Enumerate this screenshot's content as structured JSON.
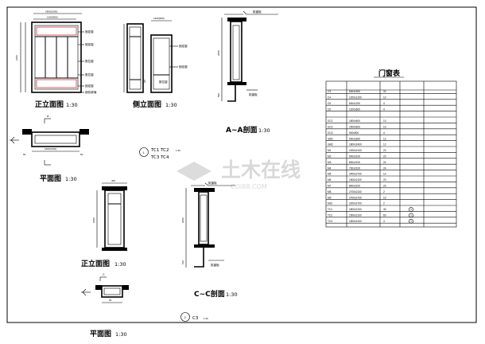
{
  "views": {
    "front_elevation_1": {
      "title": "正立面图",
      "scale": "1:30",
      "dims": [
        "1800(1500)",
        "1200(900)",
        "2100"
      ],
      "labels": [
        "固定窗",
        "固定窗",
        "推拉窗",
        "推拉窗",
        "固定窗",
        "钢化玻璃"
      ]
    },
    "side_elevation": {
      "title": "侧立面图",
      "scale": "1:30",
      "dims": [
        "1200(900)"
      ],
      "labels": [
        "固定窗",
        "固定窗",
        "推拉窗"
      ]
    },
    "section_aa": {
      "title": "A~A剖面",
      "scale": "1:30",
      "dims": [
        "2550",
        "500"
      ],
      "labels": [
        "挑窗板",
        "挑窗板"
      ]
    },
    "plan_1": {
      "title": "平面图",
      "scale": "1:30",
      "dims": [
        "1800(1500)",
        "60",
        "60"
      ]
    },
    "front_elevation_2": {
      "title": "正立面图",
      "scale": "1:30",
      "dims": [
        "400",
        "1800"
      ]
    },
    "section_cc": {
      "title": "C~C剖面",
      "scale": "1:30",
      "dims": [
        "2000",
        "510"
      ],
      "labels": [
        "挑窗板",
        "挑窗板"
      ]
    },
    "plan_2": {
      "title": "平面图",
      "scale": "1:30",
      "dims": [
        "60"
      ]
    }
  },
  "callouts": {
    "callout_1": {
      "number": "1",
      "line1": "TC1  TC2",
      "line2": "TC3  TC4",
      "scale": "1:30"
    },
    "callout_2": {
      "number": "2",
      "text": "C3",
      "scale": "1:30"
    }
  },
  "section_marks": {
    "a": "A",
    "c": "C"
  },
  "schedule": {
    "title": "门窗表",
    "rows": [
      [
        "C3",
        "600x1500",
        "32",
        ""
      ],
      [
        "C4",
        "1200x1200",
        "10",
        ""
      ],
      [
        "C5",
        "600x1200",
        "4",
        ""
      ],
      [
        "C6",
        "1200x600",
        "4",
        ""
      ],
      [
        "",
        "",
        "",
        ""
      ],
      [
        "GC1",
        "1800x600",
        "10",
        ""
      ],
      [
        "GC2",
        "1500x600",
        "10",
        ""
      ],
      [
        "GC3",
        "900x600",
        "4",
        ""
      ],
      [
        "GM1",
        "900x1800",
        "12",
        ""
      ],
      [
        "GM2",
        "1800x2400",
        "12",
        ""
      ],
      [
        "M1",
        "1000x2100",
        "20",
        ""
      ],
      [
        "M2",
        "900x2100",
        "20",
        ""
      ],
      [
        "M3",
        "800x2100",
        "24",
        ""
      ],
      [
        "M4",
        "700x2100",
        "24",
        ""
      ],
      [
        "M5",
        "2400x2700",
        "10",
        ""
      ],
      [
        "M6",
        "1500x2100",
        "20",
        ""
      ],
      [
        "M7",
        "800x2100",
        "20",
        ""
      ],
      [
        "M8",
        "2700x2100",
        "2",
        ""
      ],
      [
        "M9",
        "2700x2700",
        "10",
        ""
      ],
      [
        "M10",
        "2200x2700",
        "2",
        ""
      ],
      [
        "TC1",
        "1800x2100",
        "30",
        "1"
      ],
      [
        "TC2",
        "1500x2100",
        "60",
        "1"
      ],
      [
        "TC3",
        "1500x2100",
        "4",
        "1"
      ]
    ]
  },
  "watermark": {
    "main": "土木在线",
    "sub": "COI88.COM"
  }
}
